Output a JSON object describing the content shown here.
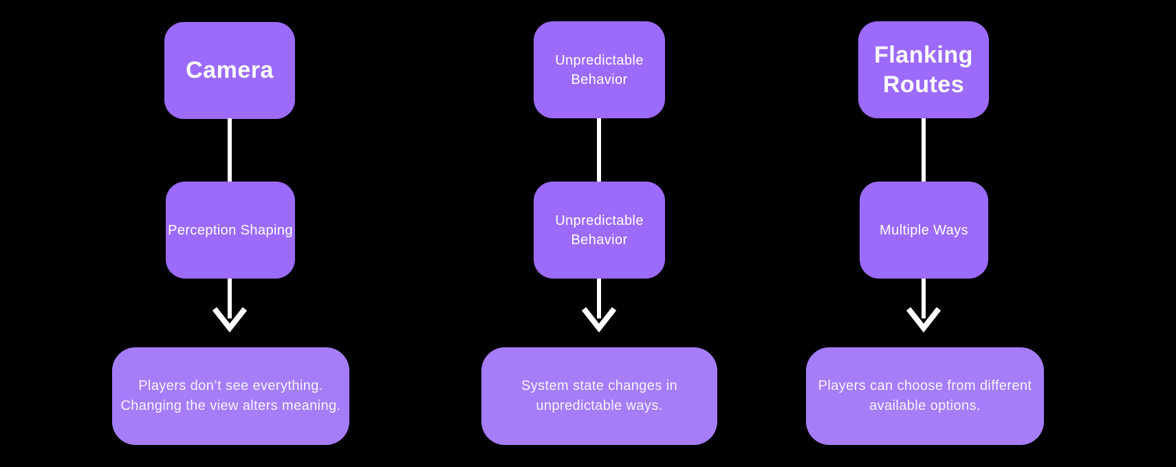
{
  "colors": {
    "background": "#000000",
    "node_fill": "#9c6bfb",
    "leaf_fill": "#a57df9",
    "connector": "#ffffff",
    "text": "#ffffff"
  },
  "columns": [
    {
      "name": "camera",
      "top": {
        "lines": [
          "Camera"
        ]
      },
      "middle": {
        "lines": [
          "Perception Shaping"
        ]
      },
      "bottom": {
        "lines": [
          "Players don’t see everything.",
          "Changing the view alters meaning."
        ]
      }
    },
    {
      "name": "unpredictable-behavior",
      "top": {
        "lines": [
          "Unpredictable",
          "Behavior"
        ]
      },
      "middle": {
        "lines": [
          "Unpredictable",
          "Behavior"
        ]
      },
      "bottom": {
        "lines": [
          "System state changes in",
          "unpredictable ways."
        ]
      }
    },
    {
      "name": "flanking-routes",
      "top": {
        "lines": [
          "Flanking",
          "Routes"
        ]
      },
      "middle": {
        "lines": [
          "Multiple Ways"
        ]
      },
      "bottom": {
        "lines": [
          "Players can choose from different",
          "available options."
        ]
      }
    }
  ]
}
